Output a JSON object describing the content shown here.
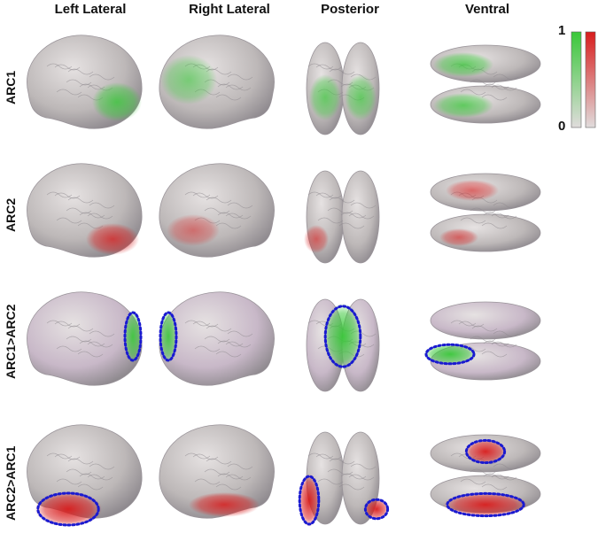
{
  "columns": [
    "Left Lateral",
    "Right Lateral",
    "Posterior",
    "Ventral"
  ],
  "rows": [
    "ARC1",
    "ARC2",
    "ARC1>ARC2",
    "ARC2>ARC1"
  ],
  "legend": {
    "max_label": "1",
    "min_label": "0"
  },
  "colors": {
    "brain_gray": "#bdb8b8",
    "brain_purple": "#c8b8c8",
    "green": "#39c839",
    "red": "#d81c1c",
    "outline_blue": "#1a1ad0"
  },
  "cells": [
    [
      {
        "tint": "gray",
        "blob": "green",
        "level": 0.8,
        "outline": false
      },
      {
        "tint": "gray",
        "blob": "green",
        "level": 0.6,
        "outline": false
      },
      {
        "tint": "gray",
        "blob": "green",
        "level": 0.7,
        "outline": false
      },
      {
        "tint": "gray",
        "blob": "green",
        "level": 0.75,
        "outline": false
      }
    ],
    [
      {
        "tint": "gray",
        "blob": "red",
        "level": 0.75,
        "outline": false
      },
      {
        "tint": "gray",
        "blob": "red",
        "level": 0.5,
        "outline": false
      },
      {
        "tint": "gray",
        "blob": "red",
        "level": 0.6,
        "outline": false
      },
      {
        "tint": "gray",
        "blob": "red",
        "level": 0.6,
        "outline": false
      }
    ],
    [
      {
        "tint": "purple",
        "blob": "green",
        "level": 0.9,
        "outline": true
      },
      {
        "tint": "purple",
        "blob": "green",
        "level": 0.9,
        "outline": true
      },
      {
        "tint": "purple",
        "blob": "green",
        "level": 0.95,
        "outline": true
      },
      {
        "tint": "purple",
        "blob": "green",
        "level": 0.95,
        "outline": true
      }
    ],
    [
      {
        "tint": "gray",
        "blob": "red",
        "level": 0.95,
        "outline": true
      },
      {
        "tint": "gray",
        "blob": "red",
        "level": 0.85,
        "outline": false
      },
      {
        "tint": "gray",
        "blob": "red",
        "level": 0.95,
        "outline": true
      },
      {
        "tint": "gray",
        "blob": "red",
        "level": 0.95,
        "outline": true
      }
    ]
  ]
}
